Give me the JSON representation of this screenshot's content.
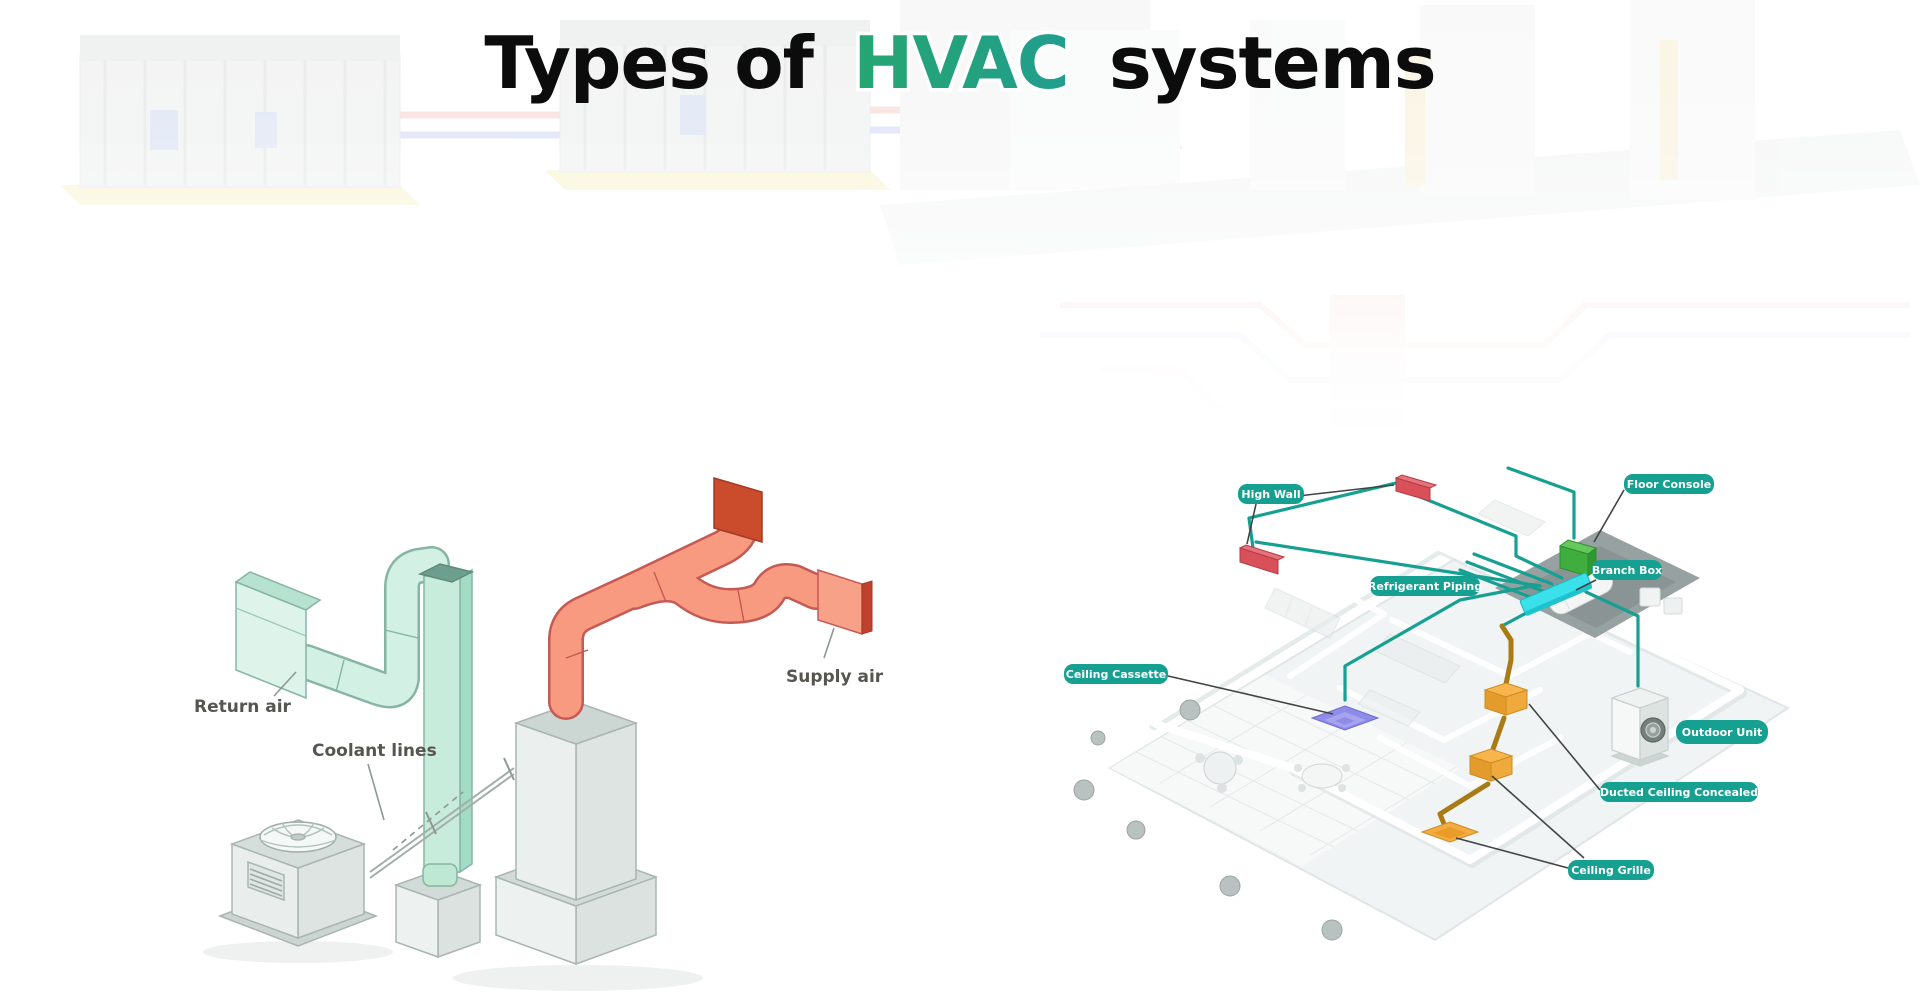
{
  "page": {
    "title": {
      "prefix": "Types of",
      "highlight": "HVAC",
      "suffix": "systems"
    }
  },
  "colors": {
    "title_text": "#0c0c0c",
    "hvac_gradient_start": "#33b24b",
    "hvac_gradient_end": "#1c8fc7",
    "hvac_outline": "#ffffff",
    "label_pill": "#16a091",
    "pill_text": "#ffffff",
    "refrigerant_piping": "#16a091",
    "branch_box": "#3ae0ea",
    "high_wall_unit": "#d9505a",
    "floor_console_unit": "#3fae3f",
    "ceiling_cassette_unit": "#8f8be8",
    "ducted_unit": "#f0a73e",
    "duct_run": "#a97b14",
    "return_duct": "#d3f0e4",
    "return_duct_outline": "#86b5a5",
    "supply_duct": "#f79a80",
    "supply_duct_outline": "#c65954",
    "wall_register": "#cb4b2d",
    "equipment_gray": "#e9eeec"
  },
  "left_diagram": {
    "name": "Ducted split system diagram",
    "labels": {
      "return_air": "Return air",
      "supply_air": "Supply air",
      "coolant_lines": "Coolant lines"
    }
  },
  "right_diagram": {
    "name": "Multi-split house system diagram",
    "labels": [
      {
        "id": "high-wall",
        "text": "High Wall"
      },
      {
        "id": "floor-console",
        "text": "Floor Console"
      },
      {
        "id": "branch-box",
        "text": "Branch Box"
      },
      {
        "id": "refrigerant-piping",
        "text": "Refrigerant Piping"
      },
      {
        "id": "ceiling-cassette",
        "text": "Ceiling Cassette"
      },
      {
        "id": "outdoor-unit",
        "text": "Outdoor Unit"
      },
      {
        "id": "ducted-ceiling-concealed",
        "text": "Ducted Ceiling Concealed"
      },
      {
        "id": "ceiling-grille",
        "text": "Ceiling Grille"
      }
    ]
  }
}
